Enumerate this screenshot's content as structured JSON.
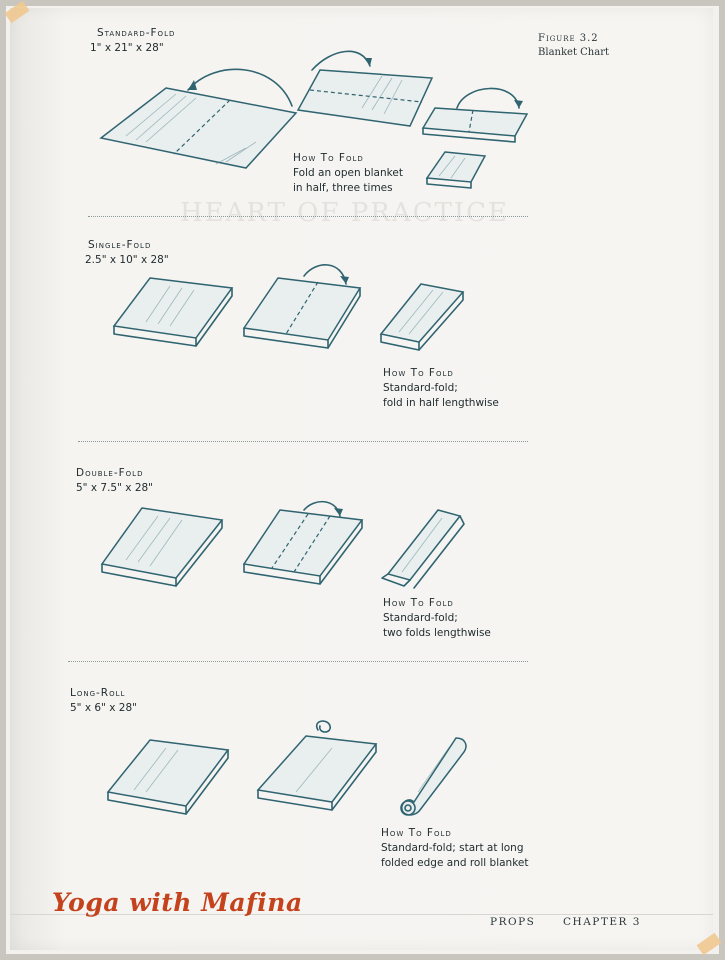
{
  "figure": {
    "label": "Figure 3.2",
    "caption": "Blanket Chart"
  },
  "sections": [
    {
      "title": "Standard-Fold",
      "dimensions": "1\" x 21\" x 28\"",
      "how_title": "How To Fold",
      "how_lines": [
        "Fold an open blanket",
        "in half, three times"
      ]
    },
    {
      "title": "Single-Fold",
      "dimensions": "2.5\" x 10\" x 28\"",
      "how_title": "How To Fold",
      "how_lines": [
        "Standard-fold;",
        "fold in half lengthwise"
      ]
    },
    {
      "title": "Double-Fold",
      "dimensions": "5\" x 7.5\" x 28\"",
      "how_title": "How To Fold",
      "how_lines": [
        "Standard-fold;",
        "two folds lengthwise"
      ]
    },
    {
      "title": "Long-Roll",
      "dimensions": "5\" x 6\" x 28\"",
      "how_title": "How To Fold",
      "how_lines": [
        "Standard-fold; start at long",
        "folded edge and roll blanket"
      ]
    }
  ],
  "footer": {
    "section": "PROPS",
    "chapter": "CHAPTER 3"
  },
  "watermark": "Yoga with Mafina",
  "colors": {
    "ink": "#2f6470",
    "watermark": "#c4421c",
    "paper": "#f6f5f2"
  }
}
